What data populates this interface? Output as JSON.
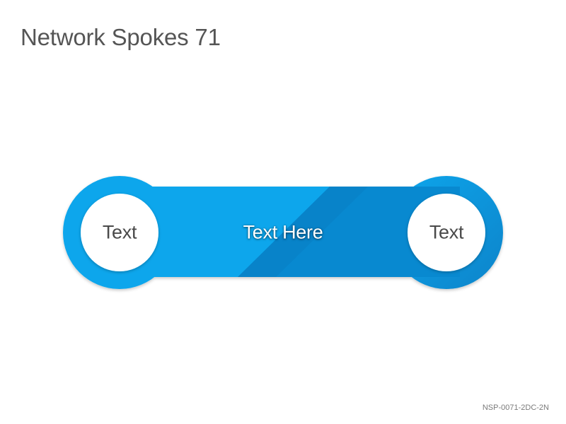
{
  "title": "Network Spokes 71",
  "diagram": {
    "left_label": "Text",
    "center_label": "Text Here",
    "right_label": "Text",
    "colors": {
      "primary": "#0ba6ec",
      "dark": "#0780c6",
      "circle_fill": "#ffffff"
    }
  },
  "product_code": "NSP-0071-2DC-2N"
}
